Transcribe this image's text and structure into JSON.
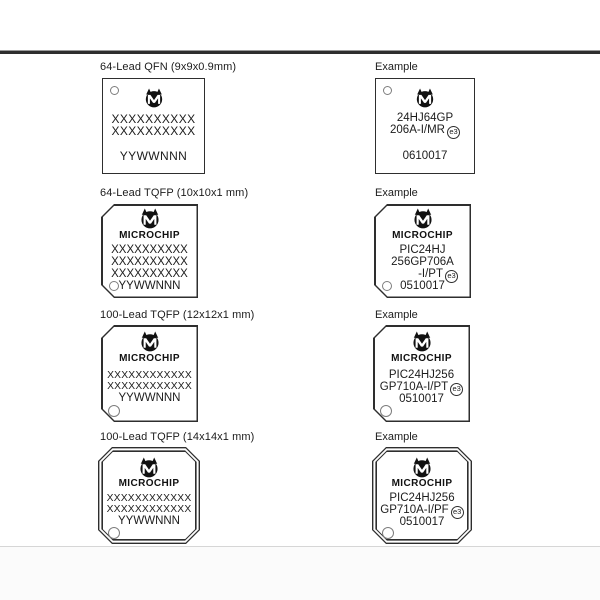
{
  "brand_wordmark": "MICROCHIP",
  "e3_label": "e3",
  "rows": [
    {
      "title": "64-Lead QFN (9x9x0.9mm)",
      "example_label": "Example",
      "left": {
        "line1": "XXXXXXXXXX",
        "line2": "XXXXXXXXXX",
        "date_code": "YYWWNNN"
      },
      "right": {
        "part_line1": "24HJ64GP",
        "part_line2": "206A-I/MR",
        "date_code": "0610017"
      }
    },
    {
      "title": "64-Lead TQFP (10x10x1 mm)",
      "example_label": "Example",
      "left": {
        "line1": "XXXXXXXXXX",
        "line2": "XXXXXXXXXX",
        "line3": "XXXXXXXXXX",
        "date_code": "YYWWNNN"
      },
      "right": {
        "part_line1": "PIC24HJ",
        "part_line2": "256GP706A",
        "part_line3": "-I/PT",
        "date_code": "0510017"
      }
    },
    {
      "title": "100-Lead TQFP (12x12x1 mm)",
      "example_label": "Example",
      "left": {
        "line1": "XXXXXXXXXXXX",
        "line2": "XXXXXXXXXXXX",
        "date_code": "YYWWNNN"
      },
      "right": {
        "part_line1": "PIC24HJ256",
        "part_line2": "GP710A-I/PT",
        "date_code": "0510017"
      }
    },
    {
      "title": "100-Lead TQFP (14x14x1 mm)",
      "example_label": "Example",
      "left": {
        "line1": "XXXXXXXXXXXX",
        "line2": "XXXXXXXXXXXX",
        "date_code": "YYWWNNN"
      },
      "right": {
        "part_line1": "PIC24HJ256",
        "part_line2": "GP710A-I/PF",
        "date_code": "0510017"
      }
    }
  ]
}
